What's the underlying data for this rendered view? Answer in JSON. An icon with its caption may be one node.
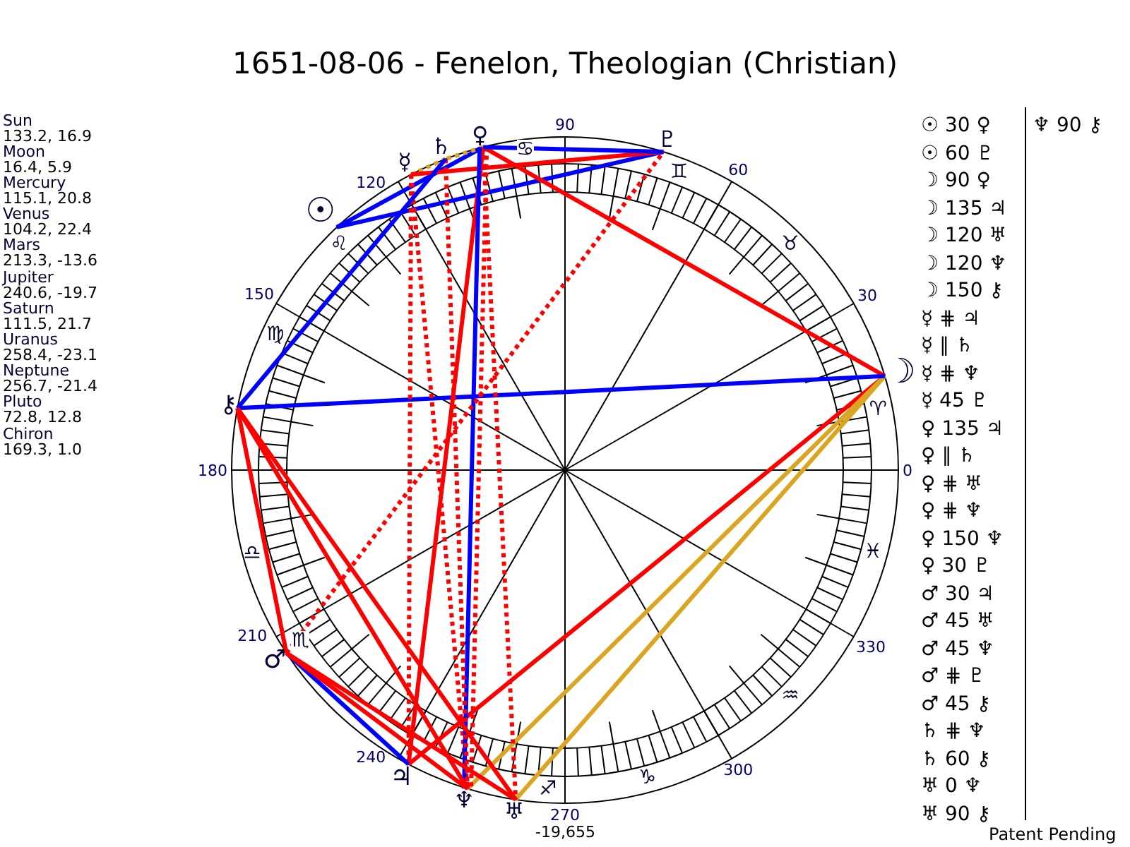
{
  "diagram": {
    "title": "1651-08-06 - Fenelon, Theologian (Christian)",
    "nodes": [
      {
        "text": [
          "☉"
        ]
      },
      {
        "text": [
          "☽"
        ]
      },
      {
        "text": [
          "☿"
        ]
      },
      {
        "text": [
          "♀"
        ]
      },
      {
        "text": [
          "♂"
        ]
      },
      {
        "text": [
          "♃"
        ]
      },
      {
        "text": [
          "♄"
        ]
      },
      {
        "text": [
          "♅"
        ]
      },
      {
        "text": [
          "♆"
        ]
      },
      {
        "text": [
          "♇"
        ]
      },
      {
        "text": [
          "⚷"
        ]
      }
    ],
    "edges": [
      {
        "from": 0,
        "to": 3,
        "arrow": "none",
        "color": "#0000ff"
      },
      {
        "from": 0,
        "to": 9,
        "arrow": "none",
        "color": "#0000ff"
      },
      {
        "from": 1,
        "to": 3,
        "arrow": "none"
      },
      {
        "from": 1,
        "to": 5,
        "arrow": "none"
      },
      {
        "from": 1,
        "to": 7,
        "arrow": "none",
        "color": "#daa520"
      },
      {
        "from": 1,
        "to": 8,
        "arrow": "none",
        "color": "#daa520"
      },
      {
        "from": 1,
        "to": 10,
        "arrow": "none",
        "color": "#0000ff"
      },
      {
        "from": 2,
        "to": 5,
        "arrow": "none",
        "style": "dashed"
      },
      {
        "from": 2,
        "to": 6,
        "arrow": "none",
        "style": "dashed",
        "color": "#daa520"
      },
      {
        "from": 2,
        "to": 8,
        "arrow": "none",
        "style": "dashed"
      },
      {
        "from": 2,
        "to": 9,
        "arrow": "none"
      },
      {
        "from": 3,
        "to": 5,
        "arrow": "none"
      },
      {
        "from": 3,
        "to": 6,
        "arrow": "none",
        "style": "dashed",
        "color": "#daa520"
      },
      {
        "from": 3,
        "to": 7,
        "arrow": "none",
        "style": "dashed"
      },
      {
        "from": 3,
        "to": 8,
        "arrow": "none",
        "style": "dashed"
      },
      {
        "from": 3,
        "to": 8,
        "arrow": "none",
        "color": "#0000ff"
      },
      {
        "from": 3,
        "to": 9,
        "arrow": "none",
        "color": "#0000ff"
      },
      {
        "from": 4,
        "to": 5,
        "arrow": "none",
        "color": "#0000ff"
      },
      {
        "from": 4,
        "to": 7,
        "arrow": "none"
      },
      {
        "from": 4,
        "to": 8,
        "arrow": "none"
      },
      {
        "from": 4,
        "to": 9,
        "arrow": "none",
        "style": "dashed"
      },
      {
        "from": 4,
        "to": 10,
        "arrow": "none"
      },
      {
        "from": 6,
        "to": 8,
        "arrow": "none",
        "style": "dashed"
      },
      {
        "from": 6,
        "to": 10,
        "arrow": "none",
        "color": "#0000ff"
      },
      {
        "from": 7,
        "to": 10,
        "arrow": "none"
      },
      {
        "from": 8,
        "to": 10,
        "arrow": "none"
      }
    ],
    "labels": [
      "Sun",
      "133.2, 16.9",
      "Moon",
      "16.4, 5.9",
      "Mercury",
      "115.1, 20.8",
      "Venus",
      "104.2, 22.4",
      "Mars",
      "213.3, -13.6",
      "Jupiter",
      "240.6, -19.7",
      "Saturn",
      "111.5, 21.7",
      "Uranus",
      "258.4, -23.1",
      "Neptune",
      "256.7, -21.4",
      "Pluto",
      "72.8, 12.8",
      "Chiron",
      "169.3, 1.0",
      "0",
      "30",
      "60",
      "90",
      "120",
      "150",
      "180",
      "210",
      "240",
      "270",
      "300",
      "330",
      "-19,655",
      "♈",
      "♉",
      "♊",
      "♋",
      "♌",
      "♍",
      "♎",
      "♏",
      "♐",
      "♑",
      "♒",
      "♓",
      "☉ 30 ♀",
      "☉ 60 ♇",
      "☽ 90 ♀",
      "☽ 135 ♃",
      "☽ 120 ♅",
      "☽ 120 ♆",
      "☽ 150 ⚷",
      "☿ ⋕ ♃",
      "☿ ∥ ♄",
      "☿ ⋕ ♆",
      "☿ 45 ♇",
      "♀ 135 ♃",
      "♀ ∥ ♄",
      "♀ ⋕ ♅",
      "♀ ⋕ ♆",
      "♀ 150 ♆",
      "♀ 30 ♇",
      "♂ 30 ♃",
      "♂ 45 ♅",
      "♂ 45 ♆",
      "♂ ⋕ ♇",
      "♂ 45 ⚷",
      "♄ ⋕ ♆",
      "♄ 60 ⚷",
      "♅ 0 ♆",
      "♅ 90 ⚷",
      "♆ 90 ⚷",
      "Patent Pending"
    ]
  }
}
